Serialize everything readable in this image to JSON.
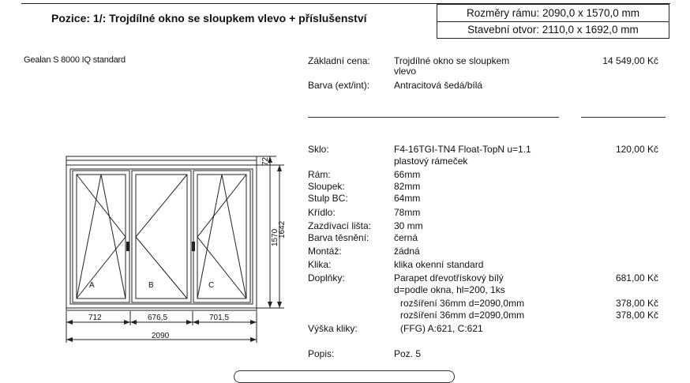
{
  "header": {
    "title": "Pozice: 1/: Trojdílné okno se sloupkem vlevo + příslušenství",
    "frame_dims": "Rozměry rámu: 2090,0 x 1570,0 mm",
    "opening_dims": "Stavební otvor: 2110,0 x 1692,0 mm"
  },
  "product_line": "Gealan S 8000 IQ standard",
  "base": {
    "price_label": "Základní cena:",
    "price_desc_1": "Trojdílné okno se sloupkem",
    "price_desc_2": "vlevo",
    "price_value": "14 549,00 Kč",
    "color_label": "Barva (ext/int):",
    "color_value": "Antracitová šedá/bílá"
  },
  "specs": {
    "glass_label": "Sklo:",
    "glass_value_1": "F4-16TGI-TN4 Float-TopN u=1.1",
    "glass_value_2": "plastový rámeček",
    "glass_price": "120,00 Kč",
    "frame_label": "Rám:",
    "frame_value": "66mm",
    "mullion_label": "Sloupek:",
    "mullion_value": "82mm",
    "stulp_label": "Stulp BC:",
    "stulp_value": "64mm",
    "sash_label": "Křídlo:",
    "sash_value": "78mm",
    "bead_label": "Zazdívací lišta:",
    "bead_value": "30 mm",
    "seal_label": "Barva těsnění:",
    "seal_value": "černá",
    "install_label": "Montáž:",
    "install_value": "žádná",
    "handle_label": "Klika:",
    "handle_value": "klika okenní standard",
    "accessories_label": "Doplňky:",
    "acc_1": "Parapet dřevotřískový bílý",
    "acc_1_price": "681,00 Kč",
    "acc_2": "d=podle okna, hl=200, 1ks",
    "acc_3": "rozšíření 36mm d=2090,0mm",
    "acc_3_price": "378,00 Kč",
    "acc_4": "rozšíření 36mm d=2090,0mm",
    "acc_4_price": "378,00 Kč",
    "handle_height_label": "Výška kliky:",
    "handle_height_value": "(FFG)  A:621, C:621",
    "note_label": "Popis:",
    "note_value": "Poz. 5"
  },
  "drawing": {
    "sash_labels": [
      "A",
      "B",
      "C"
    ],
    "widths": [
      "712",
      "676,5",
      "701,5"
    ],
    "total_width": "2090",
    "height_inner": "1570",
    "height_outer": "1642",
    "top_dim": "72"
  }
}
